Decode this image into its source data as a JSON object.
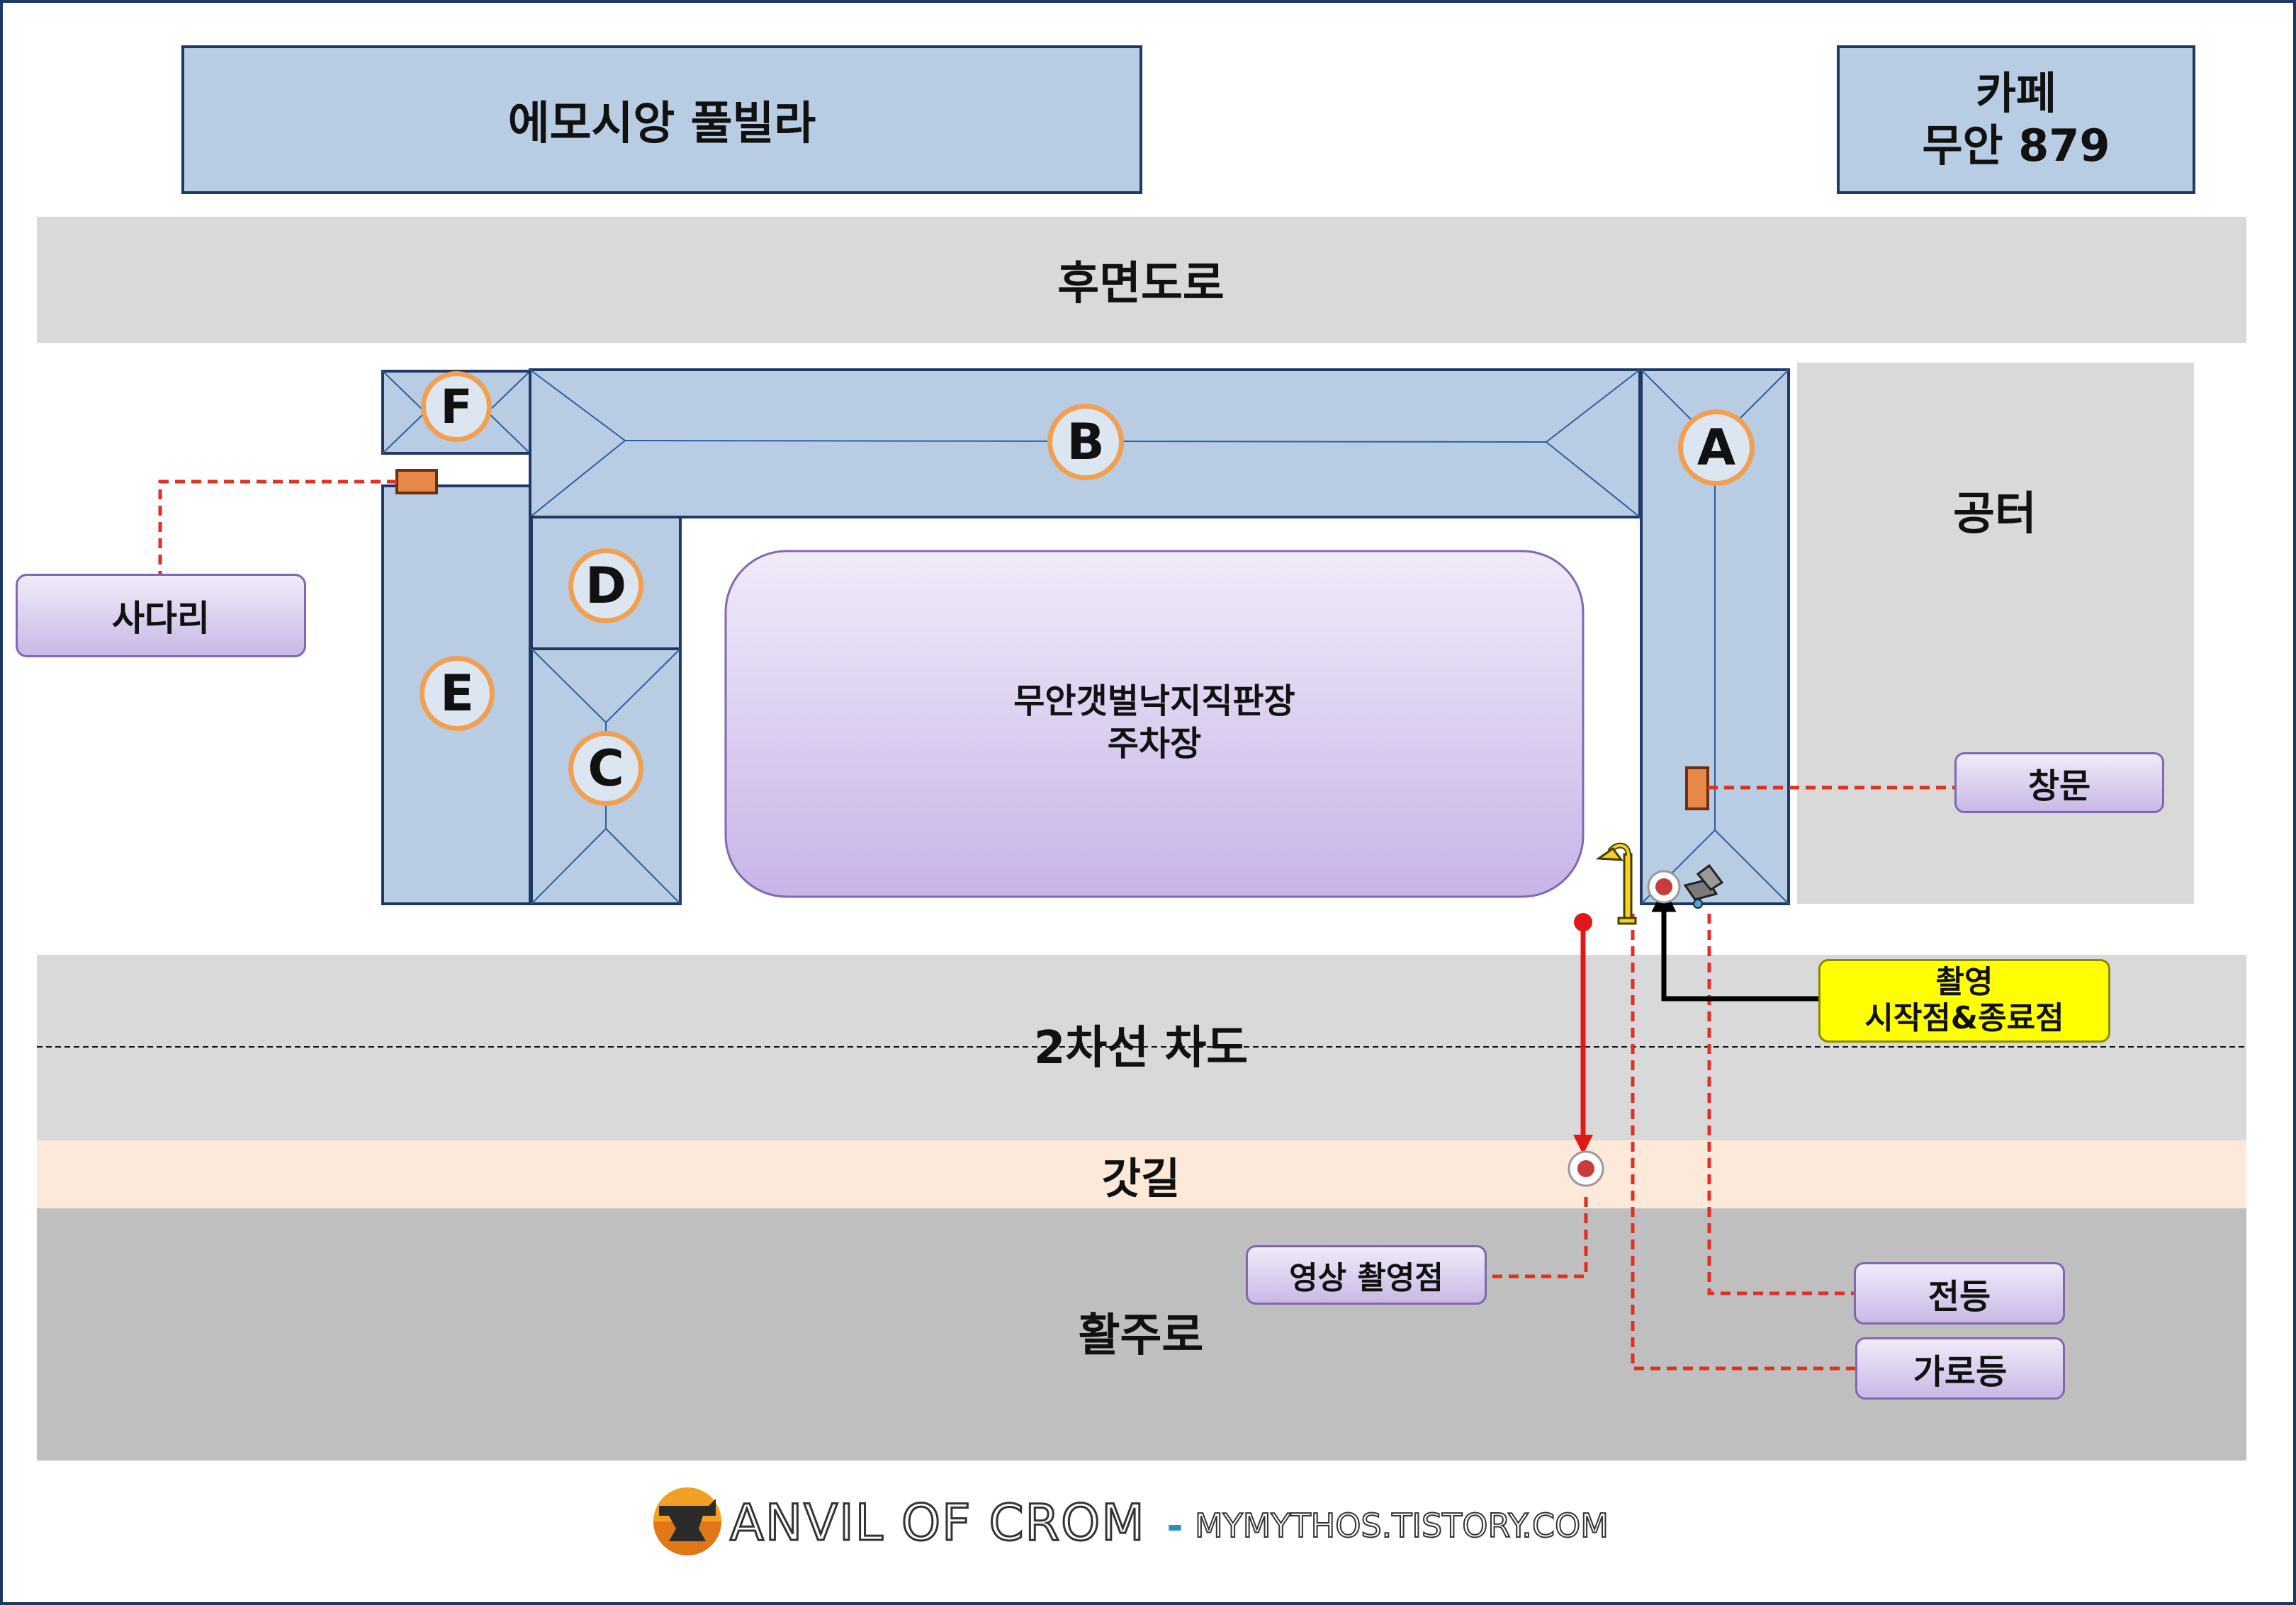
{
  "top_buildings": {
    "villa": "에모시앙 풀빌라",
    "cafe": "카페\n무안 879"
  },
  "roads": {
    "rear_road": "후면도로",
    "lane_road": "2차선 차도",
    "shoulder": "갓길",
    "runway": "활주로"
  },
  "areas": {
    "vacant_lot": "공터",
    "parking": "무안갯벌낙지직판장\n주차장"
  },
  "blocks": [
    "A",
    "B",
    "C",
    "D",
    "E",
    "F"
  ],
  "callouts": {
    "ladder": "사다리",
    "window": "창문",
    "start_end": "촬영\n시작점&종료점",
    "video_spot": "영상 촬영점",
    "utility_pole": "전등",
    "street_lamp": "가로등"
  },
  "footer": {
    "brand": "ANVIL OF CROM",
    "separator": "-",
    "site": "MYMYTHOS.TISTORY.COM"
  },
  "colors": {
    "building_fill": "#b8cce4",
    "building_stroke": "#1f3864",
    "road_gray": "#d9d9d9",
    "runway_gray": "#bfbfbf",
    "shoulder_peach": "#fde9d9",
    "callout_purple": "#e4dcf3",
    "highlight_yellow": "#ffff00",
    "circle_orange": "#f0a050",
    "dash_red": "#e03020"
  },
  "icons": [
    "street-lamp-icon",
    "camera-icon",
    "utility-pole-icon",
    "anvil-logo-icon"
  ]
}
